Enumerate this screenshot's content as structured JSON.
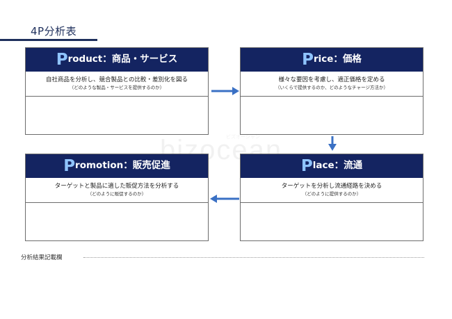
{
  "title": "4P分析表",
  "colors": {
    "header_bg": "#142461",
    "initial": "#8fc4ff",
    "arrow": "#3a70c4",
    "title_accent": "#1e2f5c"
  },
  "cards": [
    {
      "initial": "P",
      "title_rest": "roduct：商品・サービス",
      "desc": "自社商品を分析し、競合製品との比較・差別化を図る",
      "sub": "（どのような製品・サービスを提供するのか）"
    },
    {
      "initial": "P",
      "title_rest": "rice：価格",
      "desc": "様々な要因を考慮し、適正価格を定める",
      "sub": "（いくらで提供するのか、どのようなチャージ方法か）"
    },
    {
      "initial": "P",
      "title_rest": "romotion：販売促進",
      "desc": "ターゲットと製品に適した販促方法を分析する",
      "sub": "（どのように販促するのか）"
    },
    {
      "initial": "P",
      "title_rest": "lace：流通",
      "desc": "ターゲットを分析し流通経路を決める",
      "sub": "（どのように提供するのか）"
    }
  ],
  "notes_label": "分析結果記載欄",
  "watermark": "bizocean",
  "watermark_sub": "ビズオーシャン"
}
